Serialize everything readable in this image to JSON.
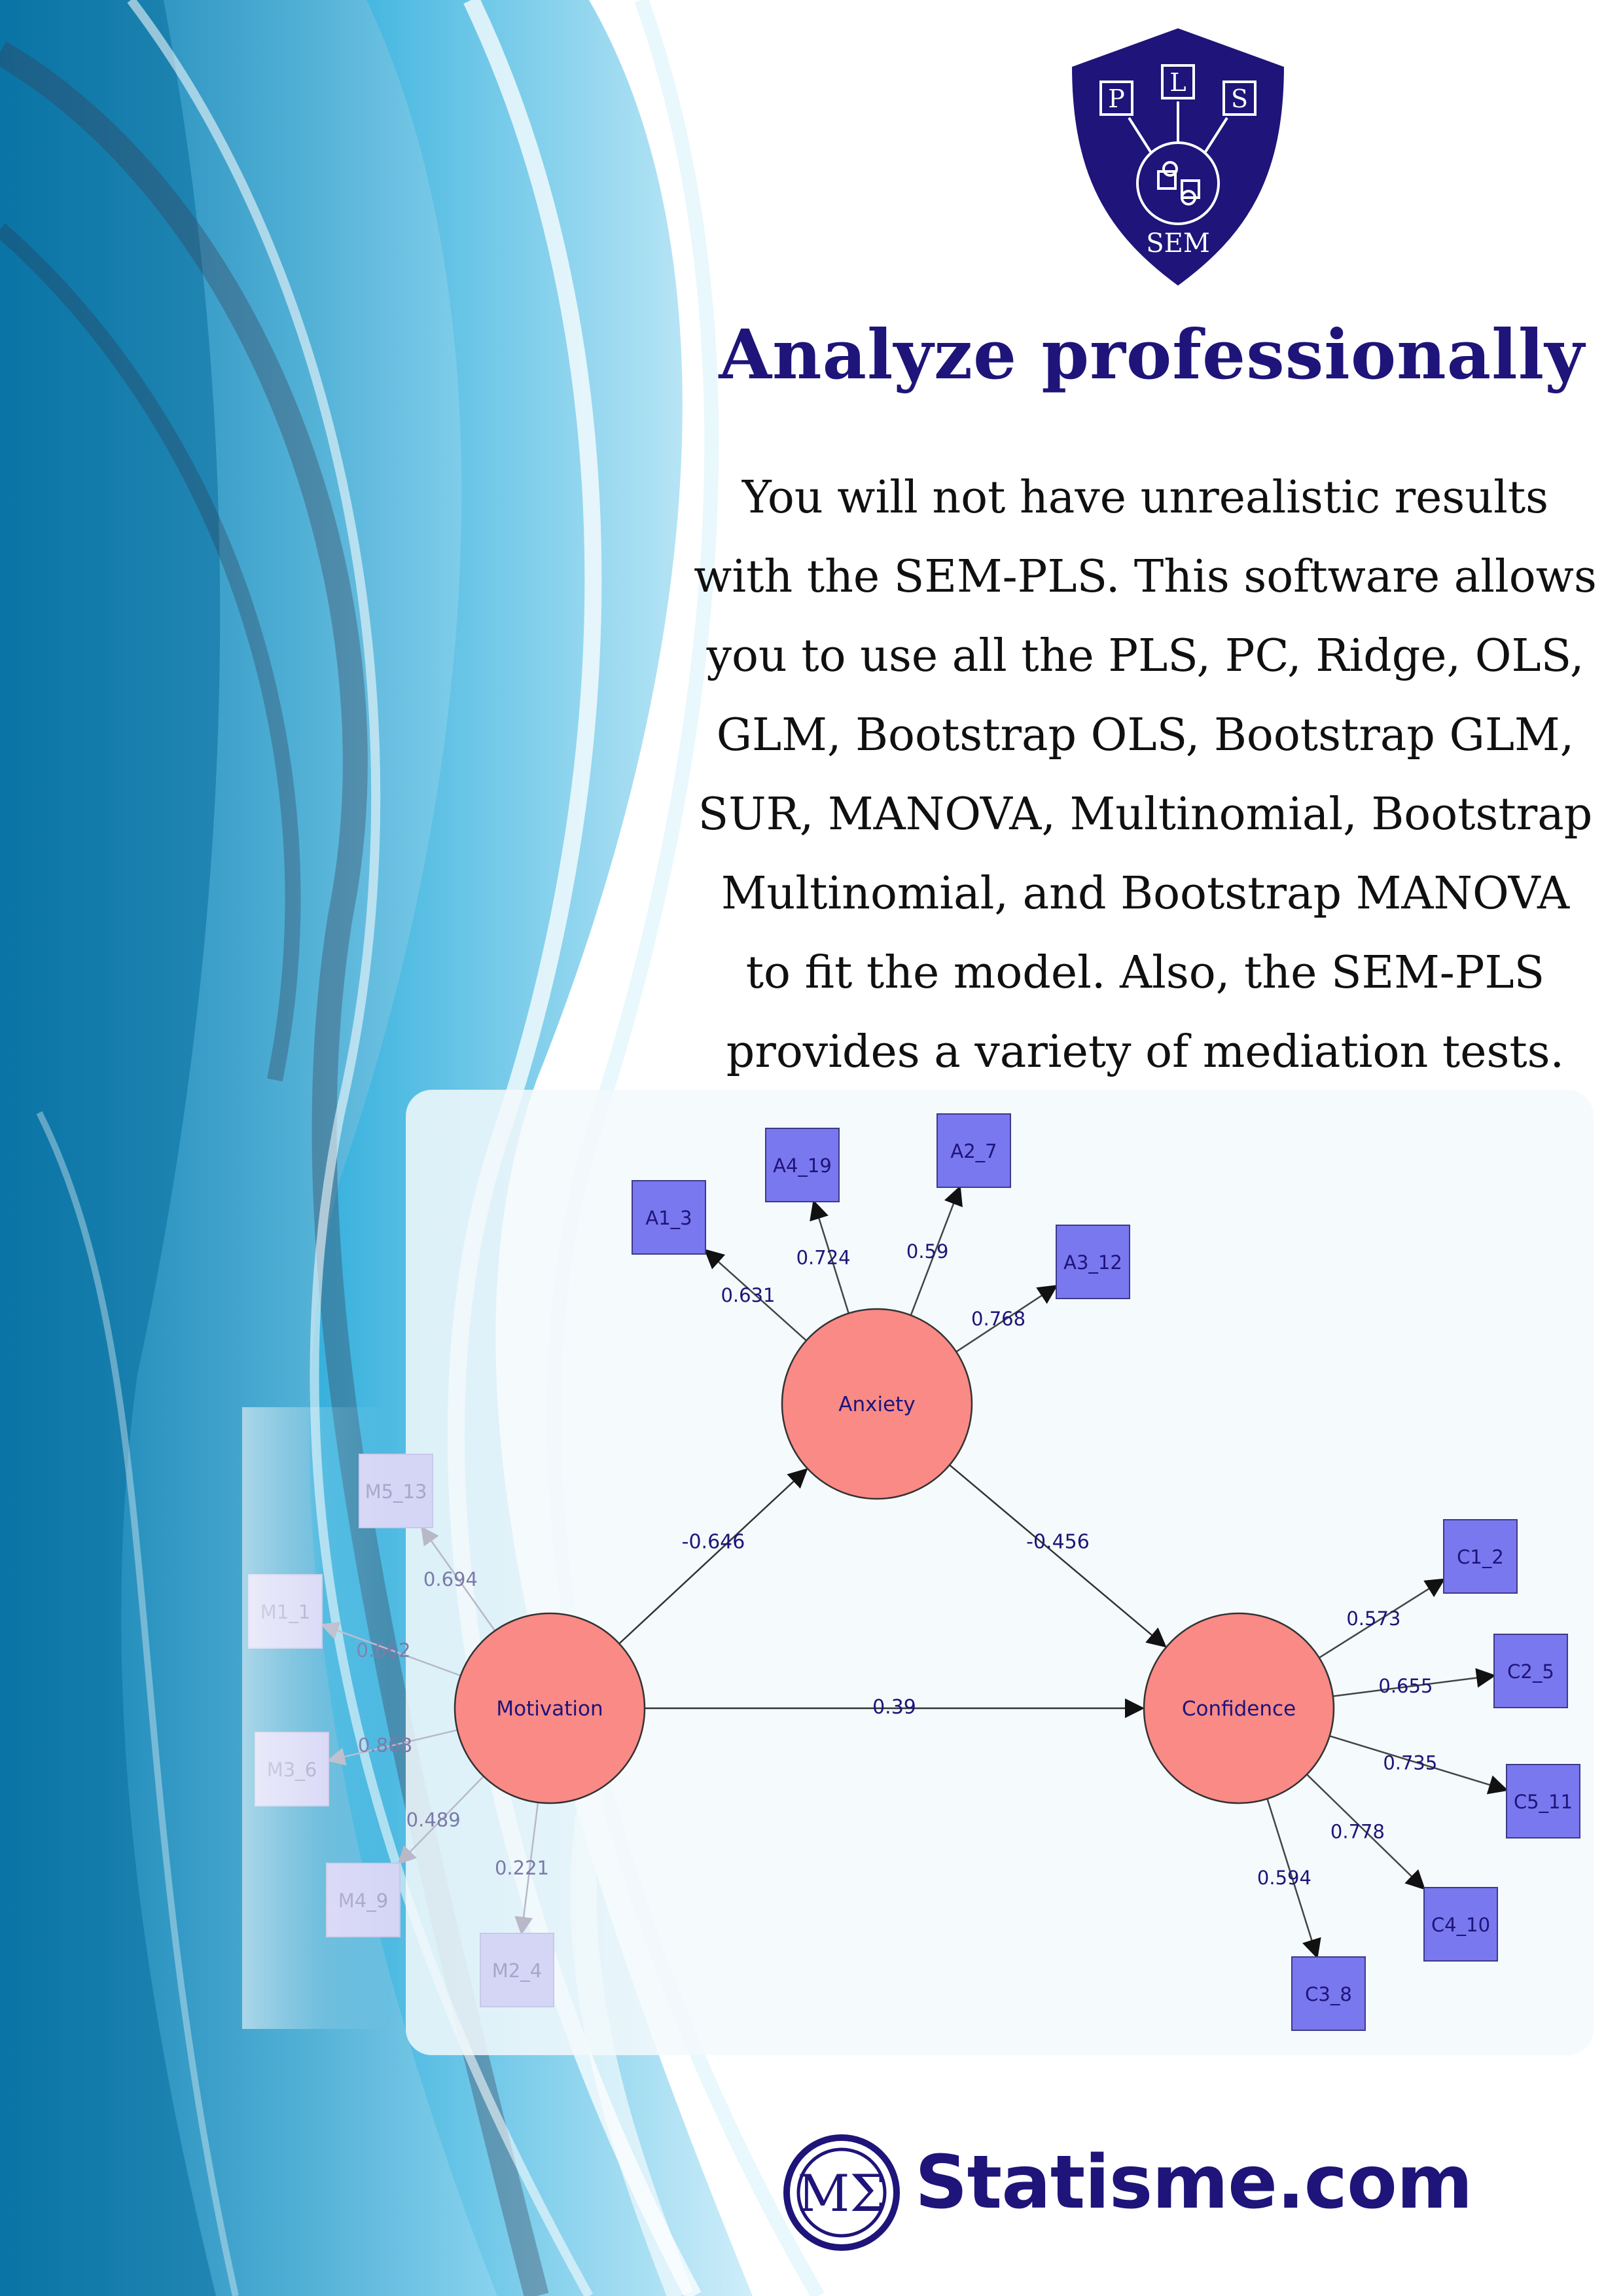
{
  "logo": {
    "letters": [
      "P",
      "L",
      "S"
    ],
    "sem": "SEM"
  },
  "headline": "Analyze professionally",
  "description_lines": [
    "You will not have unrealistic results",
    "with the SEM-PLS. This software allows",
    "you to use all the PLS, PC, Ridge, OLS,",
    "GLM, Bootstrap OLS, Bootstrap GLM,",
    "SUR, MANOVA, Multinomial, Bootstrap",
    "Multinomial, and Bootstrap MANOVA",
    "to fit the model. Also, the SEM-PLS",
    "provides a variety of mediation tests."
  ],
  "diagram": {
    "latents": [
      {
        "id": "anxiety",
        "label": "Anxiety"
      },
      {
        "id": "motivation",
        "label": "Motivation"
      },
      {
        "id": "confidence",
        "label": "Confidence"
      }
    ],
    "paths": [
      {
        "from": "motivation",
        "to": "anxiety",
        "coef": "-0.646"
      },
      {
        "from": "anxiety",
        "to": "confidence",
        "coef": "-0.456"
      },
      {
        "from": "motivation",
        "to": "confidence",
        "coef": "0.39"
      }
    ],
    "indicators": [
      {
        "label": "A1_3",
        "latent": "anxiety",
        "loading": "0.631"
      },
      {
        "label": "A4_19",
        "latent": "anxiety",
        "loading": "0.724"
      },
      {
        "label": "A2_7",
        "latent": "anxiety",
        "loading": "0.59"
      },
      {
        "label": "A3_12",
        "latent": "anxiety",
        "loading": "0.768"
      },
      {
        "label": "M5_13",
        "latent": "motivation",
        "loading": "0.694"
      },
      {
        "label": "M1_1",
        "latent": "motivation",
        "loading": "0.662"
      },
      {
        "label": "M3_6",
        "latent": "motivation",
        "loading": "0.868"
      },
      {
        "label": "M4_9",
        "latent": "motivation",
        "loading": "0.489"
      },
      {
        "label": "M2_4",
        "latent": "motivation",
        "loading": "0.221"
      },
      {
        "label": "C1_2",
        "latent": "confidence",
        "loading": "0.573"
      },
      {
        "label": "C2_5",
        "latent": "confidence",
        "loading": "0.655"
      },
      {
        "label": "C5_11",
        "latent": "confidence",
        "loading": "0.735"
      },
      {
        "label": "C4_10",
        "latent": "confidence",
        "loading": "0.778"
      },
      {
        "label": "C3_8",
        "latent": "confidence",
        "loading": "0.594"
      }
    ]
  },
  "brand": {
    "mark": "MΣ",
    "name": "Statisme.com"
  },
  "colors": {
    "brand": "#1e1479",
    "latent": "#f98a86",
    "indicator": "#7a78ef",
    "panel": "#f3f9fc"
  }
}
